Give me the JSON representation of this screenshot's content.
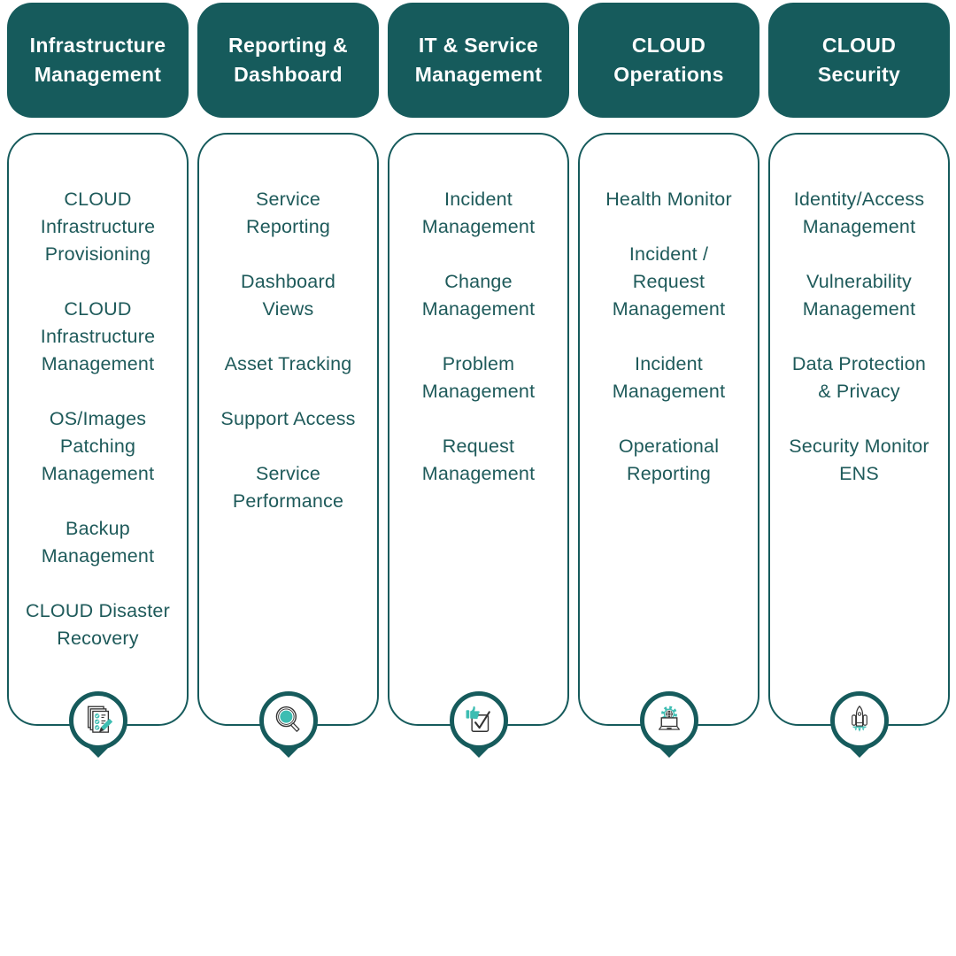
{
  "colors": {
    "dark_teal": "#165B5C",
    "accent_teal": "#3DBDB2",
    "body_text": "#1E5A5A",
    "header_text": "#ffffff"
  },
  "columns": [
    {
      "header": "Infrastructure\nManagement",
      "icon": "checklist-pencil-icon",
      "items": [
        "CLOUD\nInfrastructure\nProvisioning",
        "CLOUD\nInfrastructure\nManagement",
        "OS/Images\nPatching\nManagement",
        "Backup\nManagement",
        "CLOUD Disaster\nRecovery"
      ]
    },
    {
      "header": "Reporting &\nDashboard",
      "icon": "magnifier-icon",
      "items": [
        "Service\nReporting",
        "Dashboard\nViews",
        "Asset Tracking",
        "Support Access",
        "Service\nPerformance"
      ]
    },
    {
      "header": "IT & Service\nManagement",
      "icon": "thumbs-up-checkbox-icon",
      "items": [
        "Incident\nManagement",
        "Change\nManagement",
        "Problem\nManagement",
        "Request\nManagement"
      ]
    },
    {
      "header": "CLOUD\nOperations",
      "icon": "laptop-gear-globe-icon",
      "items": [
        "Health Monitor",
        "Incident /\nRequest\nManagement",
        "Incident\nManagement",
        "Operational\nReporting"
      ]
    },
    {
      "header": "CLOUD\nSecurity",
      "icon": "rocket-icon",
      "items": [
        "Identity/Access\nManagement",
        "Vulnerability\nManagement",
        "Data Protection\n& Privacy",
        "Security Monitor\nENS"
      ]
    }
  ]
}
